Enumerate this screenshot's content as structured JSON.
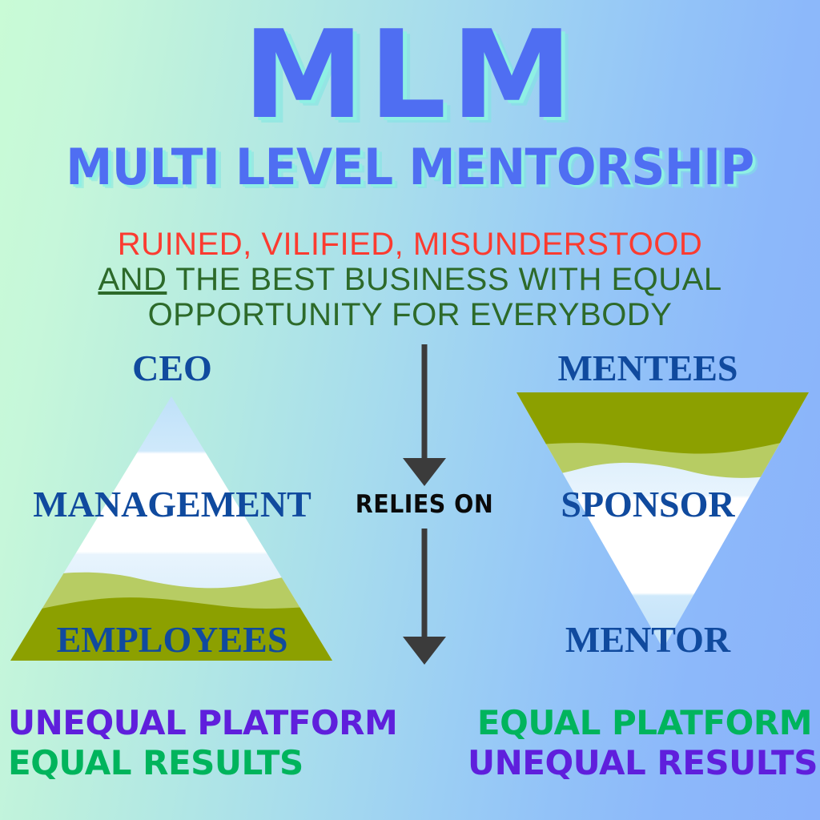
{
  "title": {
    "main": "MLM",
    "subtitle": "MULTI LEVEL MENTORSHIP"
  },
  "tagline": {
    "line1": "RUINED, VILIFIED, MISUNDERSTOOD",
    "line2_underlined": "AND",
    "line2_rest": " THE BEST BUSINESS WITH EQUAL",
    "line3": "OPPORTUNITY FOR EVERYBODY"
  },
  "left_pyramid": {
    "shape": "upright-triangle",
    "levels": [
      {
        "label": "CEO",
        "position": "apex"
      },
      {
        "label": "MANAGEMENT",
        "position": "middle"
      },
      {
        "label": "EMPLOYEES",
        "position": "base"
      }
    ],
    "caption_line1": "UNEQUAL PLATFORM",
    "caption_line2": "EQUAL RESULTS"
  },
  "right_pyramid": {
    "shape": "inverted-triangle",
    "levels": [
      {
        "label": "MENTEES",
        "position": "top"
      },
      {
        "label": "SPONSOR",
        "position": "middle"
      },
      {
        "label": "MENTOR",
        "position": "point"
      }
    ],
    "caption_line1": "EQUAL PLATFORM",
    "caption_line2": "UNEQUAL RESULTS"
  },
  "connector": {
    "label": "RELIES ON",
    "arrow_top": "down-arrow-icon",
    "arrow_bottom": "down-arrow-icon"
  },
  "colors": {
    "title_blue": "#4f6ef2",
    "title_shadow_cyan": "#8ff0e4",
    "tagline_red": "#fb3b30",
    "tagline_green": "#2d6a2a",
    "label_navy": "#104a9e",
    "caption_purple": "#5f1fdc",
    "caption_green": "#00b45c",
    "arrow_dark": "#3b3b3b",
    "hill_dark_olive": "#8ca000",
    "hill_light_olive": "#b7cc63",
    "snow_white": "#ffffff",
    "sky_pale_blue": "#cce6fa",
    "bg_gradient_start": "#c9fbd6",
    "bg_gradient_end": "#8ab2fb"
  }
}
